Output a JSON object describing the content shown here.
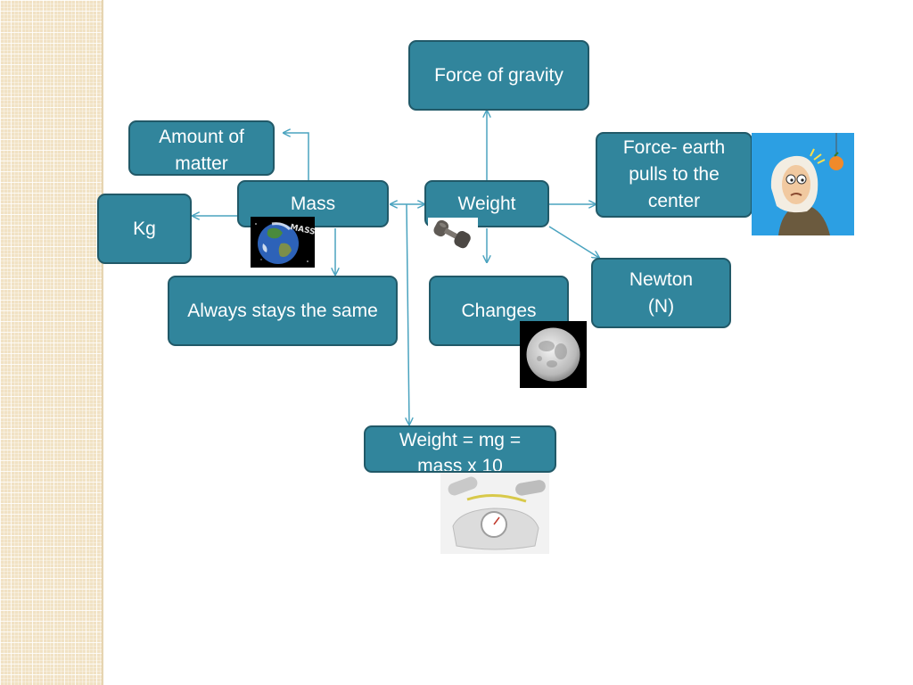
{
  "nodes": {
    "force_of_gravity": "Force of gravity",
    "amount_of_matter": "Amount of matter",
    "mass": "Mass",
    "weight": "Weight",
    "force_earth": "Force- earth pulls to the center",
    "kg": "Kg",
    "always_same": "Always stays the same",
    "changes": "Changes",
    "newton": "Newton (N)",
    "formula": "Weight = mg = mass x 10"
  },
  "images": {
    "earth": "earth-icon",
    "dumbbell": "dumbbell-icon",
    "newton_cartoon": "newton-apple-icon",
    "moon": "moon-icon",
    "scale": "bathroom-scale-icon"
  },
  "colors": {
    "node_fill": "#31859c",
    "node_border": "#215968",
    "connector": "#4aa3bf",
    "sidebar": "#f1e2c4"
  }
}
